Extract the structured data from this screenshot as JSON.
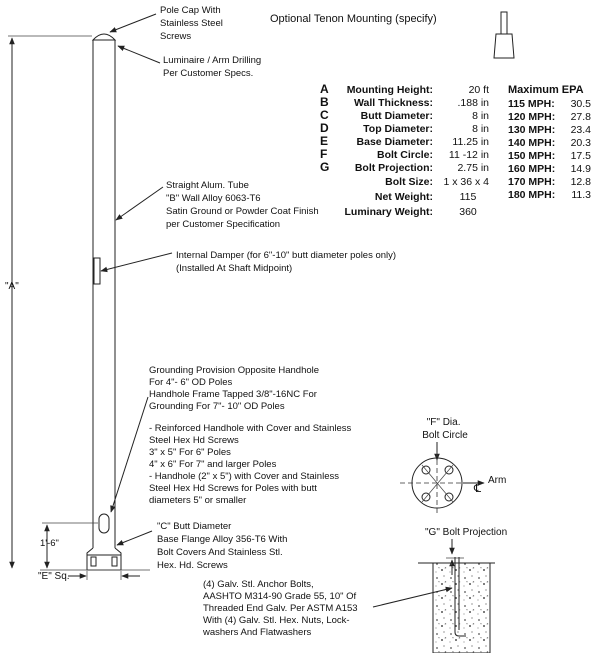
{
  "callouts": {
    "pole_cap": [
      "Pole Cap With",
      "Stainless Steel",
      "Screws"
    ],
    "luminaire_drilling": [
      "Luminaire / Arm Drilling",
      "Per Customer Specs."
    ],
    "tenon": "Optional Tenon Mounting (specify)",
    "tube": [
      "Straight Alum. Tube",
      "\"B\" Wall Alloy 6063-T6",
      "Satin Ground or Powder Coat Finish",
      "per Customer Specification"
    ],
    "damper": [
      "Internal Damper (for 6\"-10\" butt diameter poles only)",
      "(Installed At Shaft Midpoint)"
    ],
    "grounding": [
      "Grounding Provision Opposite Handhole",
      "For 4\"- 6\" OD Poles",
      "Handhole Frame Tapped 3/8\"-16NC For",
      "Grounding For 7\"- 10\" OD Poles"
    ],
    "handhole": [
      "- Reinforced Handhole with Cover and Stainless",
      "Steel Hex Hd Screws",
      "3\" x 5\" For 6\" Poles",
      "4\" x 6\" For 7\" and larger Poles",
      "- Handhole (2\" x 5\") with Cover and Stainless",
      "Steel Hex Hd Screws for Poles with butt",
      "diameters 5\" or smaller"
    ],
    "butt_base": [
      "\"C\" Butt Diameter",
      "Base Flange Alloy 356-T6 With",
      "Bolt Covers And Stainless Stl.",
      "Hex. Hd. Screws"
    ],
    "anchor_bolts": [
      "(4) Galv. Stl. Anchor Bolts,",
      "AASHTO M314-90 Grade 55, 10\" Of",
      "Threaded End Galv. Per ASTM A153",
      "With (4) Galv. Stl. Hex. Nuts, Lock-",
      "washers And Flatwashers"
    ]
  },
  "dimensions": {
    "height_label": "\"A\"",
    "handhole_height": "1'-6\"",
    "base_square": "\"E\" Sq."
  },
  "bolt_circle": {
    "title": [
      "\"F\" Dia.",
      "Bolt Circle"
    ],
    "arm_label": "Arm",
    "centerline_symbol": "℄"
  },
  "bolt_projection": {
    "title": "\"G\" Bolt Projection"
  },
  "specs": [
    {
      "letter": "A",
      "label": "Mounting Height:",
      "value": "20 ft"
    },
    {
      "letter": "B",
      "label": "Wall Thickness:",
      "value": ".188 in"
    },
    {
      "letter": "C",
      "label": "Butt Diameter:",
      "value": "8 in"
    },
    {
      "letter": "D",
      "label": "Top Diameter:",
      "value": "8 in"
    },
    {
      "letter": "E",
      "label": "Base Diameter:",
      "value": "11.25 in"
    },
    {
      "letter": "F",
      "label": "Bolt Circle:",
      "value": "11 -12 in"
    },
    {
      "letter": "G",
      "label": "Bolt Projection:",
      "value": "2.75 in"
    },
    {
      "letter": "",
      "label": "Bolt Size:",
      "value": "1 x 36 x 4"
    },
    {
      "letter": "",
      "label": "Net Weight:",
      "value": "115"
    },
    {
      "letter": "",
      "label": "Luminary Weight:",
      "value": "360"
    }
  ],
  "epa": {
    "title": "Maximum EPA",
    "rows": [
      {
        "speed": "115 MPH:",
        "value": "30.5"
      },
      {
        "speed": "120 MPH:",
        "value": "27.8"
      },
      {
        "speed": "130 MPH:",
        "value": "23.4"
      },
      {
        "speed": "140 MPH:",
        "value": "20.3"
      },
      {
        "speed": "150 MPH:",
        "value": "17.5"
      },
      {
        "speed": "160 MPH:",
        "value": "14.9"
      },
      {
        "speed": "170 MPH:",
        "value": "12.8"
      },
      {
        "speed": "180 MPH:",
        "value": "11.3"
      }
    ]
  }
}
